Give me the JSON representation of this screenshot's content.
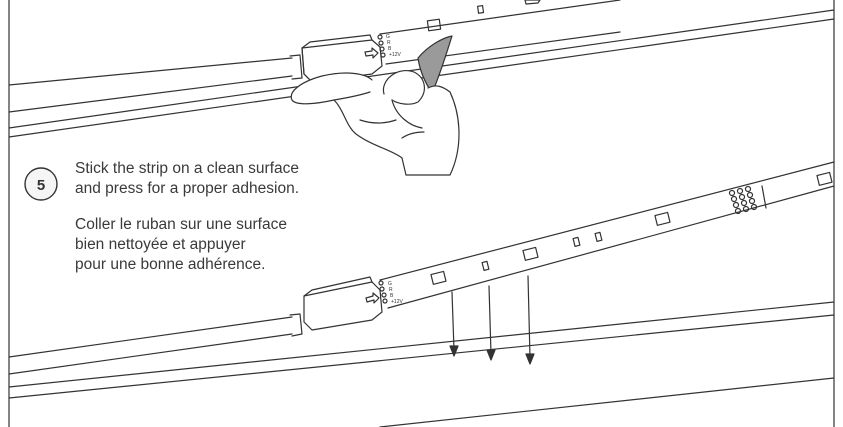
{
  "step": {
    "number": "5",
    "instruction_en": [
      "Stick the strip on a clean surface",
      "and press for a proper adhesion."
    ],
    "instruction_fr": [
      "Coller le ruban sur une surface",
      "bien nettoyée et appuyer",
      "pour une bonne adhérence."
    ]
  },
  "connector_pins": {
    "top": [
      "G",
      "R",
      "B",
      "+12V"
    ],
    "bottom": [
      "G",
      "R",
      "B",
      "+12V"
    ]
  },
  "colors": {
    "line": "#333333",
    "text": "#3a3a3a",
    "adhesive_backing": "#9a9a9a",
    "background": "#ffffff"
  },
  "icons": [
    "hand-icon",
    "connector-plug-icon",
    "led-chip-icon",
    "resistor-icon",
    "press-arrow-icon"
  ]
}
